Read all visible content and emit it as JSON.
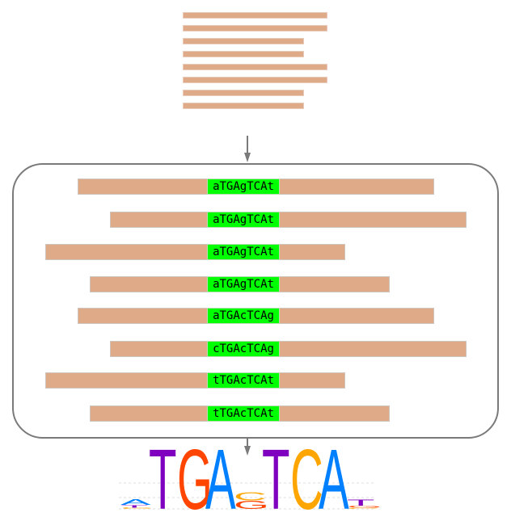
{
  "title": "Motif discovery: read alignment to sequence logo",
  "colors": {
    "read": "#dfaa88",
    "motif_highlight": "#00ff00",
    "box_border": "#7a7a7a",
    "logo_A": "#0080ff",
    "logo_C": "#ffa500",
    "logo_G": "#ff4500",
    "logo_T": "#7f00bf"
  },
  "unaligned_reads": [
    {
      "length": "long"
    },
    {
      "length": "long"
    },
    {
      "length": "short"
    },
    {
      "length": "short"
    },
    {
      "length": "long"
    },
    {
      "length": "long"
    },
    {
      "length": "short"
    },
    {
      "length": "short"
    }
  ],
  "aligned_reads": [
    {
      "motif": "aTGAgTCAt"
    },
    {
      "motif": "aTGAgTCAt"
    },
    {
      "motif": "aTGAgTCAt"
    },
    {
      "motif": "aTGAgTCAt"
    },
    {
      "motif": "aTGAcTCAg"
    },
    {
      "motif": "cTGAcTCAg"
    },
    {
      "motif": "tTGAcTCAt"
    },
    {
      "motif": "tTGAcTCAt"
    }
  ],
  "logo": {
    "positions": [
      {
        "stack": [
          {
            "base": "A",
            "freq": 0.5
          },
          {
            "base": "C",
            "freq": 0.125
          },
          {
            "base": "T",
            "freq": 0.25
          }
        ]
      },
      {
        "stack": [
          {
            "base": "T",
            "freq": 1.0
          }
        ]
      },
      {
        "stack": [
          {
            "base": "G",
            "freq": 1.0
          }
        ]
      },
      {
        "stack": [
          {
            "base": "A",
            "freq": 1.0
          }
        ]
      },
      {
        "stack": [
          {
            "base": "G",
            "freq": 0.5
          },
          {
            "base": "C",
            "freq": 0.5
          }
        ]
      },
      {
        "stack": [
          {
            "base": "T",
            "freq": 1.0
          }
        ]
      },
      {
        "stack": [
          {
            "base": "C",
            "freq": 1.0
          }
        ]
      },
      {
        "stack": [
          {
            "base": "A",
            "freq": 1.0
          }
        ]
      },
      {
        "stack": [
          {
            "base": "T",
            "freq": 0.75
          },
          {
            "base": "G",
            "freq": 0.25
          },
          {
            "base": "C",
            "freq": 0.125
          }
        ]
      }
    ]
  }
}
